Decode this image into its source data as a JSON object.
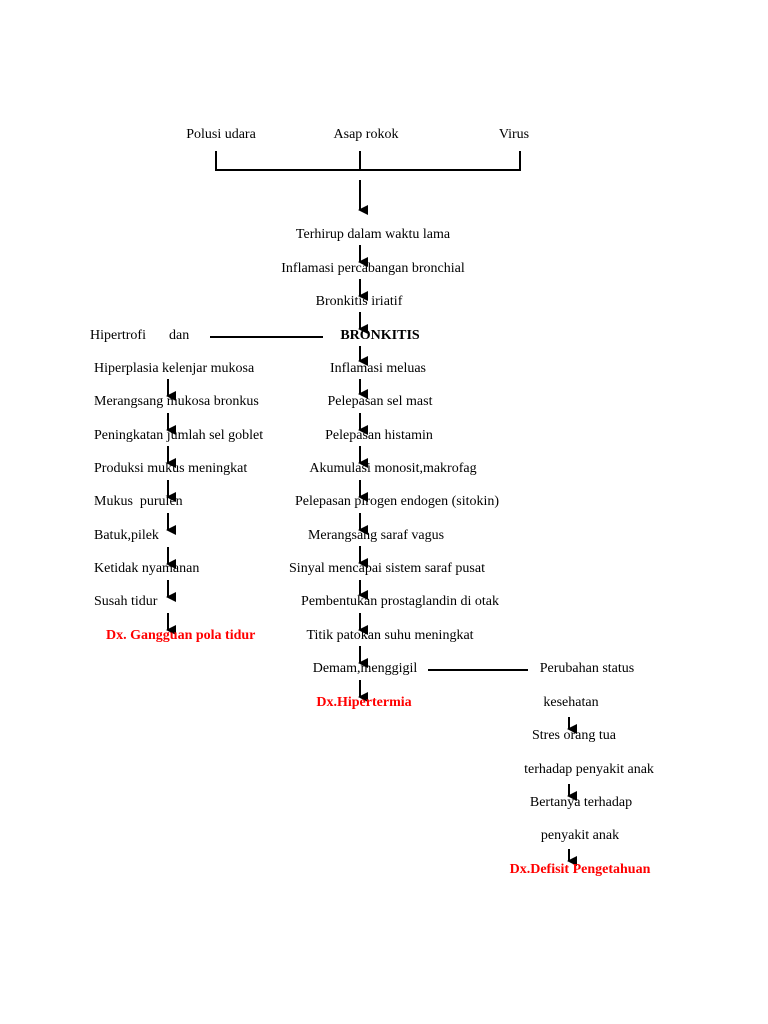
{
  "causes": {
    "polusi": "Polusi udara",
    "asap": "Asap rokok",
    "virus": "Virus"
  },
  "center": {
    "terhirup": "Terhirup dalam waktu lama",
    "inflamasi_bronchial": "Inflamasi percabangan bronchial",
    "bronkitis_iriatif": "Bronkitis iriatif",
    "bronkitis": "BRONKITIS",
    "inflamasi_meluas": "Inflamasi meluas",
    "sel_mast": "Pelepasan sel mast",
    "histamin": "Pelepasan histamin",
    "akumulasi": "Akumulasi monosit,makrofag",
    "pirogen": "Pelepasan pirogen endogen (sitokin)",
    "saraf_vagus": "Merangsang saraf vagus",
    "sinyal": "Sinyal mencapai sistem saraf pusat",
    "prostaglandin": "Pembentukan prostaglandin di otak",
    "titik_patokan": "Titik patokan suhu meningkat",
    "demam": "Demam,menggigil",
    "dx_hipertermia": "Dx.Hipertermia"
  },
  "left": {
    "hipertrofi": "Hipertrofi",
    "dan": "dan",
    "hiperplasia": "Hiperplasia kelenjar mukosa",
    "merangsang_mukosa": "Merangsang mukosa bronkus",
    "sel_goblet": "Peningkatan jumlah sel goblet",
    "mukus_meningkat": "Produksi mukus meningkat",
    "mukus_purulen": "Mukus  purulen",
    "batuk": "Batuk,pilek",
    "ketidak_nyamanan": "Ketidak nyamanan",
    "susah_tidur": "Susah tidur",
    "dx_tidur": "Dx. Gangguan pola tidur"
  },
  "right": {
    "perubahan_status": "Perubahan status",
    "kesehatan": "kesehatan",
    "stres": "Stres orang tua",
    "terhadap": "terhadap penyakit anak",
    "bertanya": "Bertanya terhadap",
    "penyakit_anak": "penyakit anak",
    "dx_pengetahuan": "Dx.Defisit Pengetahuan"
  },
  "colors": {
    "diagnosis": "#ff0000",
    "line": "#000000"
  }
}
